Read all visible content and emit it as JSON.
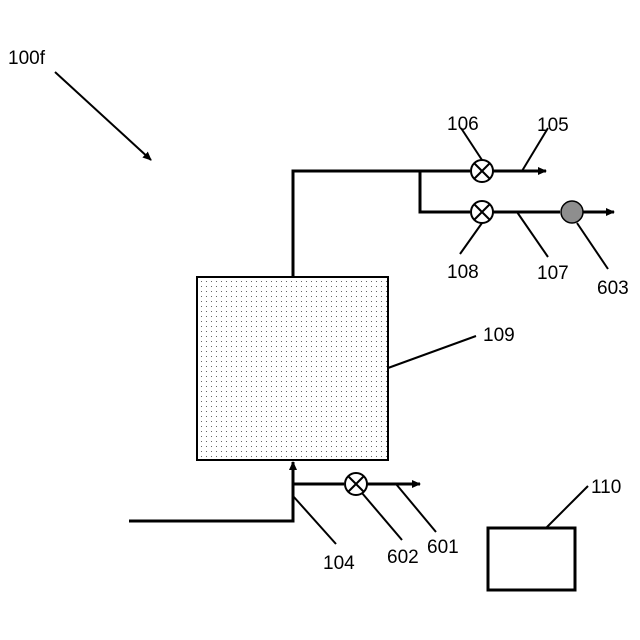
{
  "figure": {
    "ref_main": "100f",
    "ref_valve_upper": "106",
    "ref_outlet_upper": "105",
    "ref_valve_lower": "108",
    "ref_outlet_lower": "107",
    "ref_sensor": "603",
    "ref_vessel": "109",
    "ref_inlet": "104",
    "ref_valve_inlet": "602",
    "ref_bypass_outlet": "601",
    "ref_controller": "110"
  },
  "colors": {
    "line": "#000000",
    "background": "#ffffff",
    "sensor_fill": "#9a9a9a",
    "vessel_dots": "#444444"
  }
}
